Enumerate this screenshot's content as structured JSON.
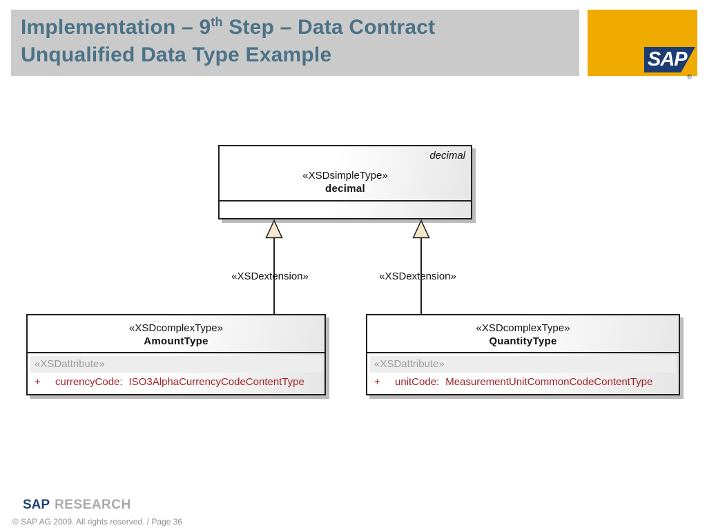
{
  "header": {
    "title_line1_prefix": "Implementation – 9",
    "title_line1_sup": "th",
    "title_line1_suffix": " Step – Data Contract",
    "title_line2": "Unqualified Data Type Example"
  },
  "logo": {
    "text": "SAP",
    "registered": "®"
  },
  "diagram": {
    "parent": {
      "corner_label": "decimal",
      "stereotype": "«XSDsimpleType»",
      "name": "decimal"
    },
    "left_edge_label": "«XSDextension»",
    "right_edge_label": "«XSDextension»",
    "left_class": {
      "stereotype": "«XSDcomplexType»",
      "name": "AmountType",
      "attr_compartment_label": "«XSDattribute»",
      "attribute": {
        "visibility": "+",
        "name": "currencyCode:",
        "type": "ISO3AlphaCurrencyCodeContentType"
      }
    },
    "right_class": {
      "stereotype": "«XSDcomplexType»",
      "name": "QuantityType",
      "attr_compartment_label": "«XSDattribute»",
      "attribute": {
        "visibility": "+",
        "name": "unitCode:",
        "type": "MeasurementUnitCommonCodeContentType"
      }
    }
  },
  "footer": {
    "brand_primary": "SAP",
    "brand_secondary": "RESEARCH",
    "copyright": "© SAP AG 2009. All rights reserved. / Page 36"
  },
  "colors": {
    "title_text": "#4b7287",
    "header_bar": "#cacaca",
    "sap_gold": "#f0ab00",
    "sap_blue": "#1b3d74",
    "attribute_text": "#9e2126",
    "muted_gray": "#9b9b9b",
    "arrowhead_fill": "#f7e8cd"
  }
}
